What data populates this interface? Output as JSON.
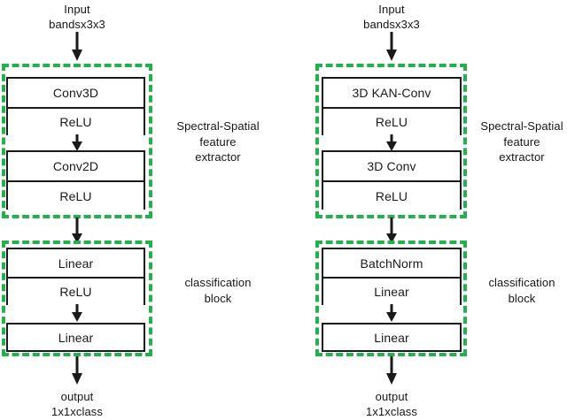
{
  "figure": {
    "type": "neural-network-architecture-diagram",
    "accent_color": "#22b14c",
    "line_color": "#1a1a1a",
    "background": "#ffffff"
  },
  "left_pipeline": {
    "input_label": "Input\nbandsx3x3",
    "output_label": "output\n1x1xclass",
    "groups": [
      {
        "side_label": "Spectral-Spatial\nfeature\nextractor",
        "stacks": [
          {
            "cells": [
              "Conv3D",
              "ReLU"
            ]
          },
          {
            "cells": [
              "Conv2D",
              "ReLU"
            ]
          }
        ]
      },
      {
        "side_label": "classification\nblock",
        "stacks": [
          {
            "cells": [
              "Linear",
              "ReLU"
            ]
          },
          {
            "cells": [
              "Linear"
            ]
          }
        ]
      }
    ]
  },
  "right_pipeline": {
    "input_label": "Input\nbandsx3x3",
    "output_label": "output\n1x1xclass",
    "groups": [
      {
        "side_label": "Spectral-Spatial\nfeature\nextractor",
        "stacks": [
          {
            "cells": [
              "3D KAN-Conv",
              "ReLU"
            ]
          },
          {
            "cells": [
              "3D Conv",
              "ReLU"
            ]
          }
        ]
      },
      {
        "side_label": "classification\nblock",
        "stacks": [
          {
            "cells": [
              "BatchNorm",
              "Linear"
            ]
          },
          {
            "cells": [
              "Linear"
            ]
          }
        ]
      }
    ]
  }
}
